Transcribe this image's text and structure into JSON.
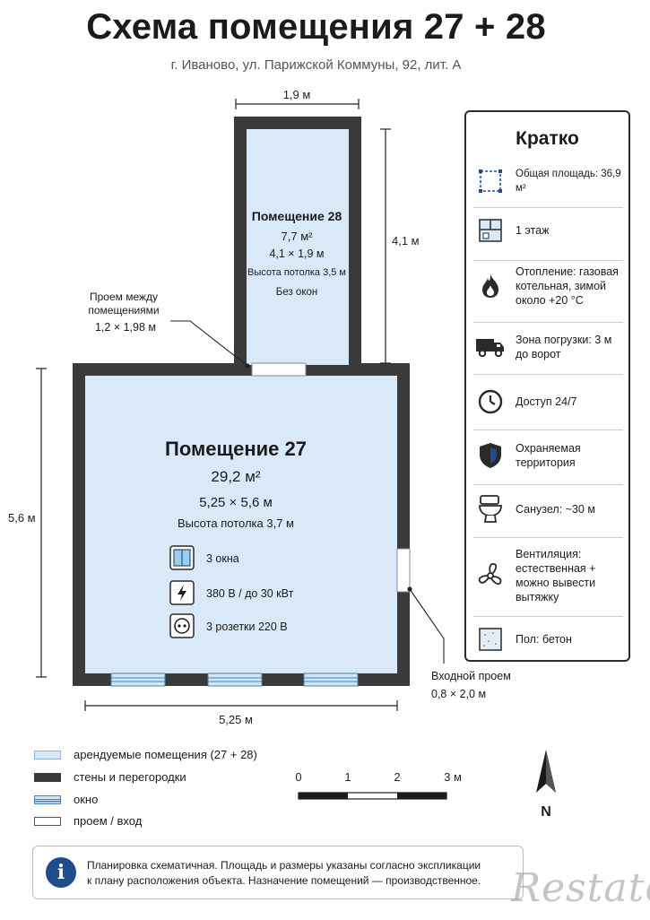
{
  "header": {
    "title": "Схема помещения 27 + 28",
    "subtitle": "г. Иваново, ул. Парижской Коммуны, 92, лит. А"
  },
  "plan": {
    "dim_room28_width": "1,9 м",
    "dim_room28_height": "4,1 м",
    "dim_room27_height": "5,6 м",
    "dim_room27_width": "5,25 м",
    "room28": {
      "name": "Помещение 28",
      "area": "7,7 м²",
      "size": "4,1 × 1,9 м",
      "ceiling": "Высота потолка 3,5 м",
      "windows": "Без окон"
    },
    "room27": {
      "name": "Помещение 27",
      "area": "29,2 м²",
      "size": "5,25 × 5,6 м",
      "ceiling": "Высота потолка 3,7 м",
      "features": [
        {
          "icon": "window-icon",
          "label": "3 окна"
        },
        {
          "icon": "lightning-icon",
          "label": "380 В / до 30 кВт"
        },
        {
          "icon": "socket-icon",
          "label": "3 розетки 220 В"
        }
      ]
    },
    "opening_between": {
      "line1": "Проем между",
      "line2": "помещениями",
      "size": "1,2 × 1,98 м"
    },
    "entrance": {
      "label": "Входной проем",
      "size": "0,8 × 2,0 м"
    },
    "scale": {
      "ticks": [
        "0",
        "1",
        "2",
        "3 м"
      ]
    },
    "north": "N"
  },
  "summary": {
    "title": "Кратко",
    "items": [
      {
        "icon": "area-icon",
        "label": "Общая площадь: 36,9 м²"
      },
      {
        "icon": "floor-plan-icon",
        "label": "1 этаж"
      },
      {
        "icon": "flame-icon",
        "label": "Отопление: газовая котельная, зимой около +20 °С"
      },
      {
        "icon": "truck-icon",
        "label": "Зона погрузки: 3 м до ворот"
      },
      {
        "icon": "clock-icon",
        "label": "Доступ 24/7"
      },
      {
        "icon": "shield-icon",
        "label": "Охраняемая территория"
      },
      {
        "icon": "toilet-icon",
        "label": "Санузел: ~30 м"
      },
      {
        "icon": "fan-icon",
        "label": "Вентиляция: естественная + можно вывести вытяжку"
      },
      {
        "icon": "floor-texture-icon",
        "label": "Пол: бетон"
      }
    ]
  },
  "legend": [
    {
      "label": "арендуемые помещения (27 + 28)"
    },
    {
      "label": "стены и перегородки"
    },
    {
      "label": "окно"
    },
    {
      "label": "проем / вход"
    }
  ],
  "note": {
    "line1": "Планировка схематичная. Площадь и размеры указаны согласно экспликации",
    "line2": "к плану расположения объекта. Назначение помещений — производственное."
  },
  "watermark": "Restate",
  "colors": {
    "room_fill": "#d9e9f7",
    "wall": "#3a3a3a",
    "accent": "#1f4d89"
  }
}
